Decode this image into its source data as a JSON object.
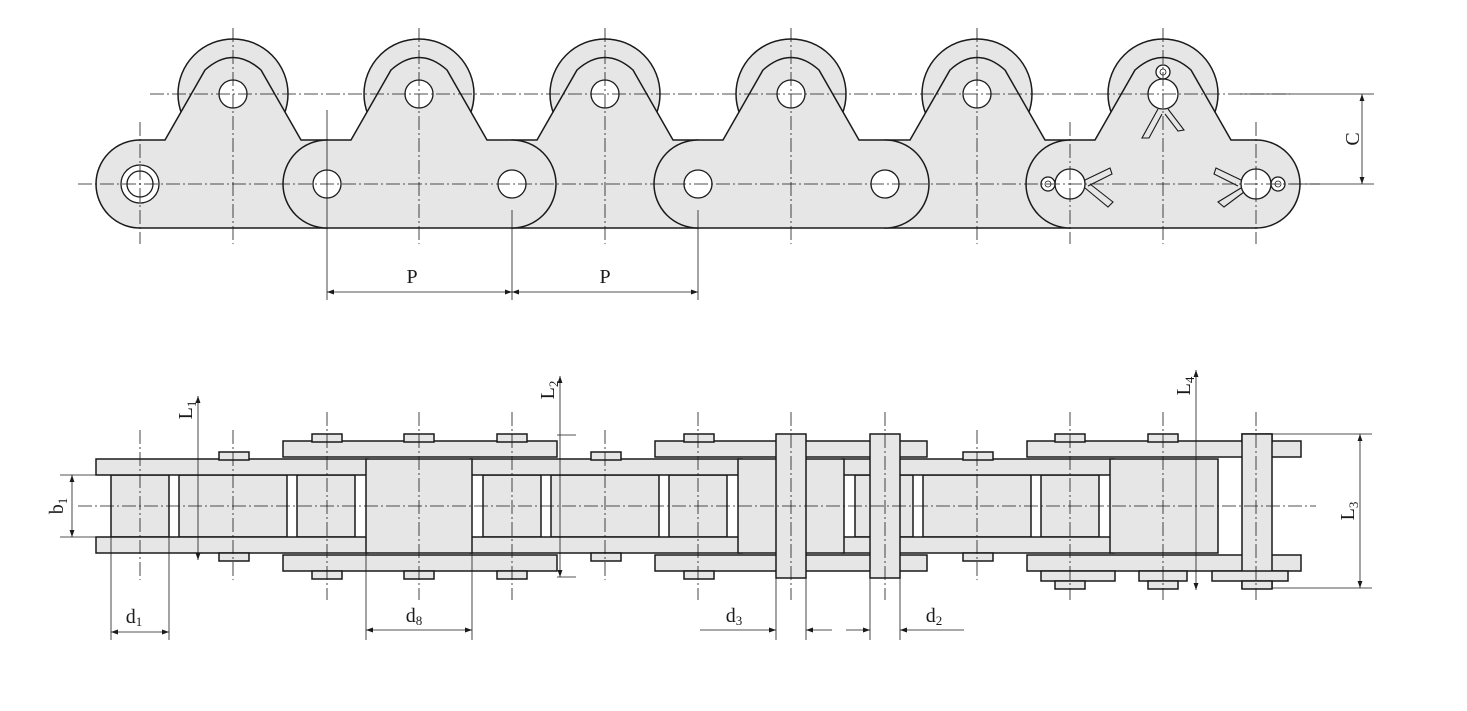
{
  "labels": {
    "C": "C",
    "P_left": "P",
    "P_right": "P",
    "L1_main": "L",
    "L1_sub": "1",
    "L2_main": "L",
    "L2_sub": "2",
    "L3_main": "L",
    "L3_sub": "3",
    "L4_main": "L",
    "L4_sub": "4",
    "b1_main": "b",
    "b1_sub": "1",
    "d1_main": "d",
    "d1_sub": "1",
    "d8_main": "d",
    "d8_sub": "8",
    "d3_main": "d",
    "d3_sub": "3",
    "d2_main": "d",
    "d2_sub": "2"
  },
  "colors": {
    "part_fill": "#e6e6e6",
    "stroke": "#1a1a1a",
    "background": "#ffffff"
  }
}
